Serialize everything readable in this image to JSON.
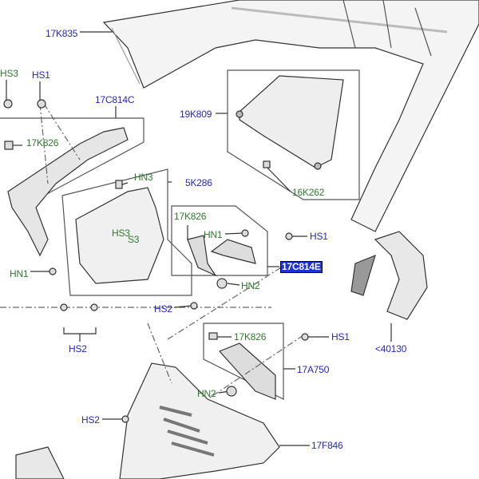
{
  "colors": {
    "part_number": "#2626c8",
    "fixing": "#2f7a2f",
    "highlight": "#1c2fd8",
    "line": "#333333"
  },
  "labels": {
    "l17K835": "17K835",
    "hs3_top": "HS3",
    "hs1_top": "HS1",
    "l17C814C": "17C814C",
    "l19K809": "19K809",
    "k826_left": "17K826",
    "hn3": "HN3",
    "l5K286": "5K286",
    "l16K262": "16K262",
    "k826_mid": "17K826",
    "hn1_mid": "HN1",
    "hs1_mid": "HS1",
    "hs3_mid": "HS3",
    "s3_mid": "S3",
    "l17C814E": "17C814E",
    "hn1_left": "HN1",
    "hn2_mid": "HN2",
    "hs2_mid": "HS2",
    "hs2_left": "HS2",
    "l40130": "<40130",
    "k826_low": "17K826",
    "hs1_low": "HS1",
    "l17A750": "17A750",
    "hn2_low": "HN2",
    "hs2_low": "HS2",
    "l17F846": "17F846"
  }
}
